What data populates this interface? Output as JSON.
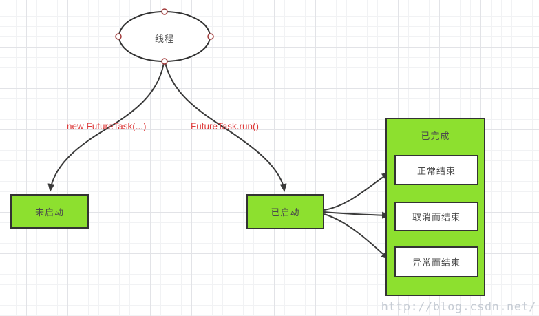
{
  "root_node": {
    "label": "线程"
  },
  "edge_labels": {
    "new_futuretask": "new FutureTask(...)",
    "futuretask_run": "FutureTask.run()"
  },
  "nodes": {
    "not_started": {
      "label": "未启动"
    },
    "started": {
      "label": "已启动"
    },
    "completed": {
      "label": "已完成",
      "children": [
        {
          "label": "正常结束"
        },
        {
          "label": "取消而结束"
        },
        {
          "label": "异常而结束"
        }
      ]
    }
  },
  "colors": {
    "node_fill": "#8de02f",
    "node_border": "#333333",
    "edge_label_red": "#dd3b3b",
    "connector": "#3a3a3a",
    "selection_handle_ring": "#a33c3c",
    "watermark_gray": "#c6ccd4"
  },
  "watermark": {
    "text": "http://blog.csdn.net/"
  }
}
